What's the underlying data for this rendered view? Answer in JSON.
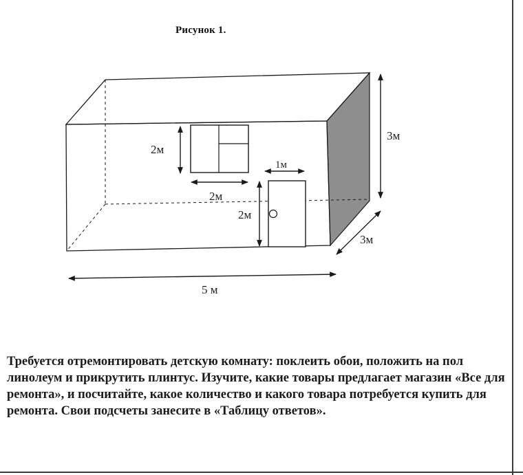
{
  "figure": {
    "title": "Рисунок 1.",
    "labels": {
      "window_height": "2м",
      "window_width": "2м",
      "door_width": "1м",
      "door_height": "2м",
      "room_height": "3м",
      "room_depth": "3м",
      "room_length": "5 м"
    }
  },
  "task": {
    "text": "Требуется отремонтировать детскую комнату: поклеить обои, положить на пол линолеум  и прикрутить плинтус. Изучите, какие товары предлагает магазин «Все для ремонта», и посчитайте, какое количество и какого товара потребуется купить для ремонта. Свои подсчеты занесите в «Таблицу ответов»."
  },
  "colors": {
    "line": "#1a1a1a",
    "shaded_wall": "#8e8e8e",
    "border": "#3a3a3a"
  }
}
